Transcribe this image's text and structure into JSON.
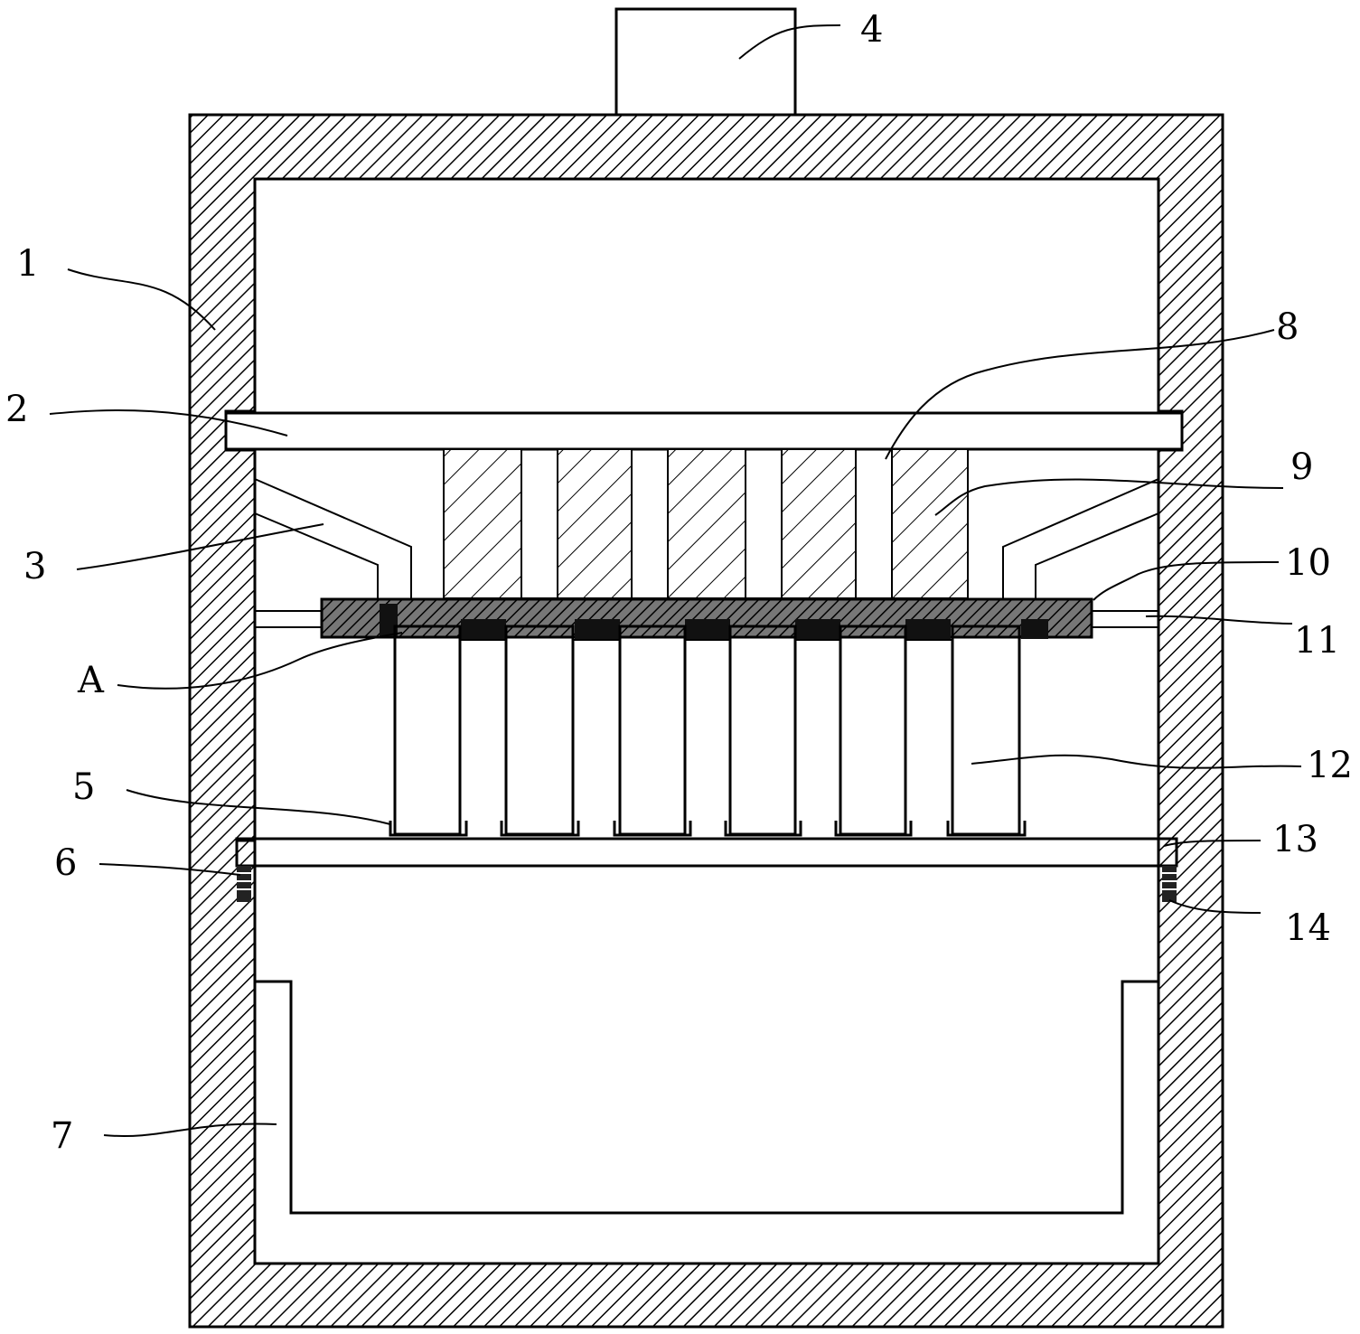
{
  "figure": {
    "labels": [
      {
        "id": "1",
        "text": "1"
      },
      {
        "id": "2",
        "text": "2"
      },
      {
        "id": "3",
        "text": "3"
      },
      {
        "id": "4",
        "text": "4"
      },
      {
        "id": "5",
        "text": "5"
      },
      {
        "id": "6",
        "text": "6"
      },
      {
        "id": "7",
        "text": "7"
      },
      {
        "id": "8",
        "text": "8"
      },
      {
        "id": "9",
        "text": "9"
      },
      {
        "id": "10",
        "text": "10"
      },
      {
        "id": "11",
        "text": "11"
      },
      {
        "id": "12",
        "text": "12"
      },
      {
        "id": "13",
        "text": "13"
      },
      {
        "id": "14",
        "text": "14"
      },
      {
        "id": "A",
        "text": "A"
      }
    ]
  }
}
